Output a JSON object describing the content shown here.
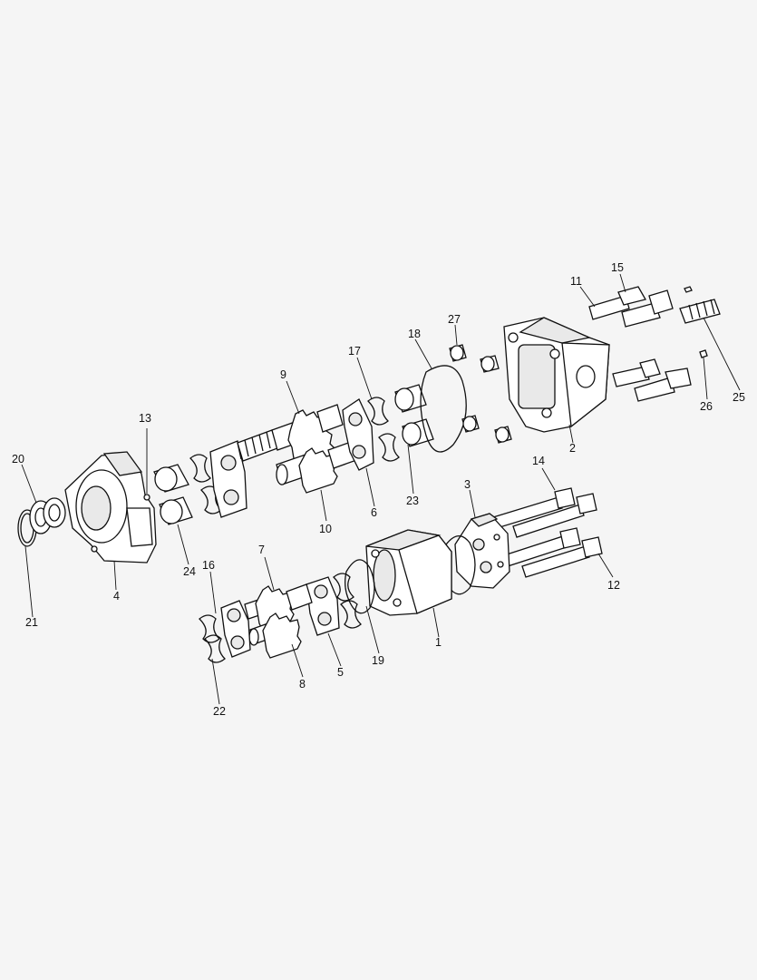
{
  "diagram": {
    "type": "exploded-view parts drawing",
    "colors": {
      "background": "#f5f5f5",
      "line": "#111111",
      "part_fill": "#ffffff"
    },
    "callouts": [
      "1",
      "2",
      "3",
      "4",
      "5",
      "6",
      "7",
      "8",
      "9",
      "10",
      "11",
      "12",
      "13",
      "14",
      "15",
      "16",
      "17",
      "18",
      "19",
      "20",
      "21",
      "22",
      "23",
      "24",
      "25",
      "26",
      "27"
    ]
  }
}
